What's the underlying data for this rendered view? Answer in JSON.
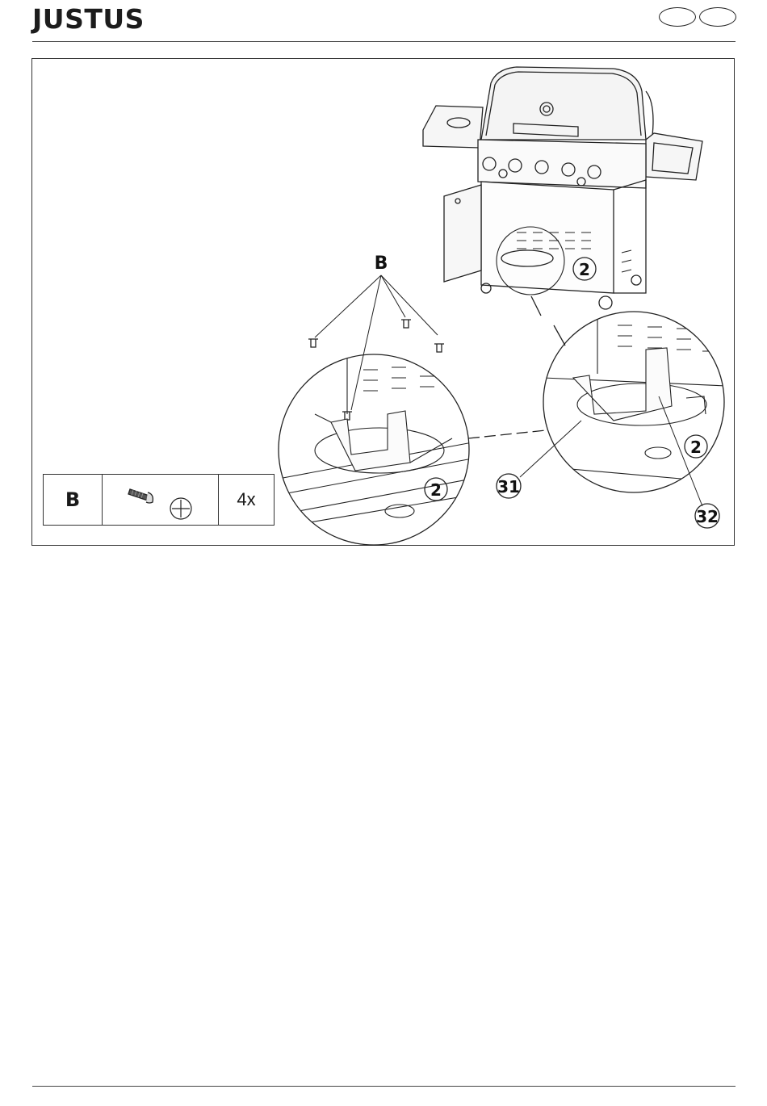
{
  "header": {
    "brand": "JUSTUS"
  },
  "figure": {
    "screw_label": "B",
    "callouts": {
      "part_2": "2",
      "part_31": "31",
      "part_32": "32"
    }
  },
  "legend": {
    "part": "B",
    "quantity": "4x"
  },
  "icons": [
    "screw-icon",
    "phillips-head-icon"
  ]
}
